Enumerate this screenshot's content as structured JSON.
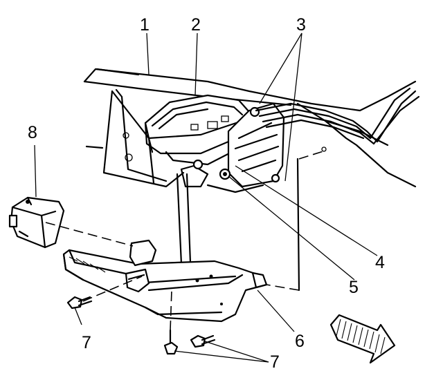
{
  "callouts": {
    "c1": "1",
    "c2": "2",
    "c3": "3",
    "c4": "4",
    "c5": "5",
    "c6": "6",
    "c7a": "7",
    "c7b": "7",
    "c8": "8"
  },
  "colors": {
    "ink": "#000000",
    "paper": "#ffffff"
  }
}
